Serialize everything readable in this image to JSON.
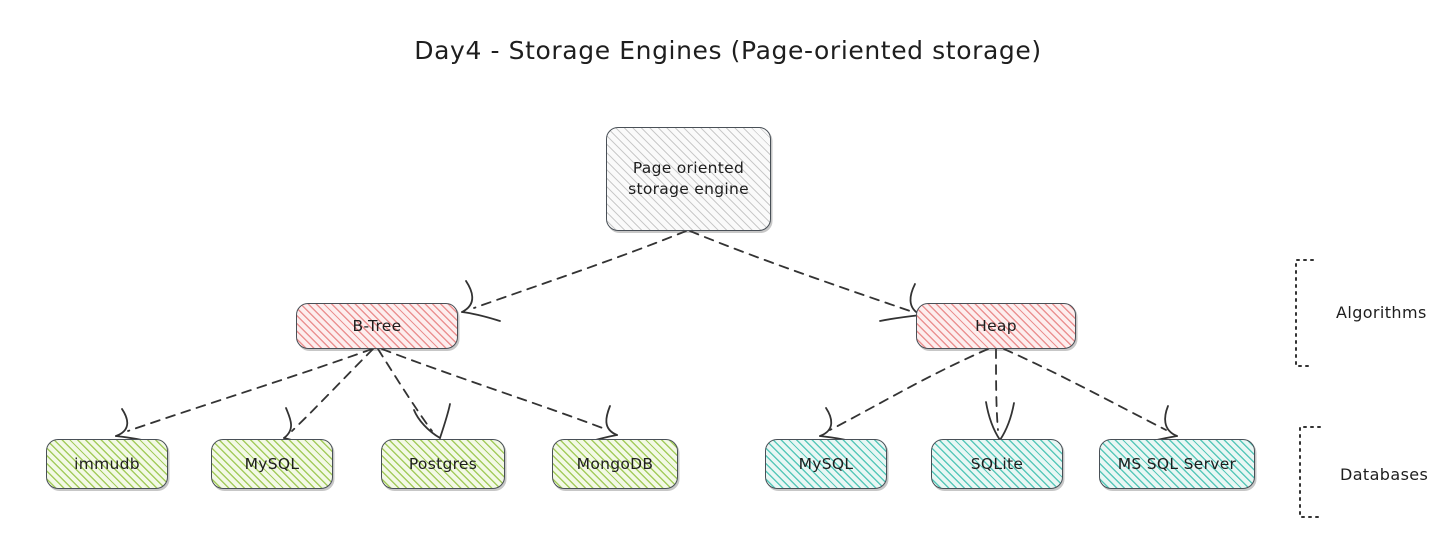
{
  "title": "Day4 - Storage Engines (Page-oriented storage)",
  "colors": {
    "stroke": "#495057",
    "text": "#1e1e1e",
    "gray_fill": "#fafafa",
    "red_fill": "#fdeeee",
    "green_fill": "#f3f9e6",
    "teal_fill": "#e9f7f4",
    "background": "#ffffff"
  },
  "nodes": {
    "root": {
      "label_line1": "Page oriented",
      "label_line2": "storage engine"
    },
    "algorithms": [
      {
        "label": "B-Tree"
      },
      {
        "label": "Heap"
      }
    ],
    "btree_databases": [
      {
        "label": "immudb"
      },
      {
        "label": "MySQL"
      },
      {
        "label": "Postgres"
      },
      {
        "label": "MongoDB"
      }
    ],
    "heap_databases": [
      {
        "label": "MySQL"
      },
      {
        "label": "SQLite"
      },
      {
        "label": "MS SQL Server"
      }
    ]
  },
  "group_labels": {
    "algorithms": "Algorithms",
    "databases": "Databases"
  }
}
